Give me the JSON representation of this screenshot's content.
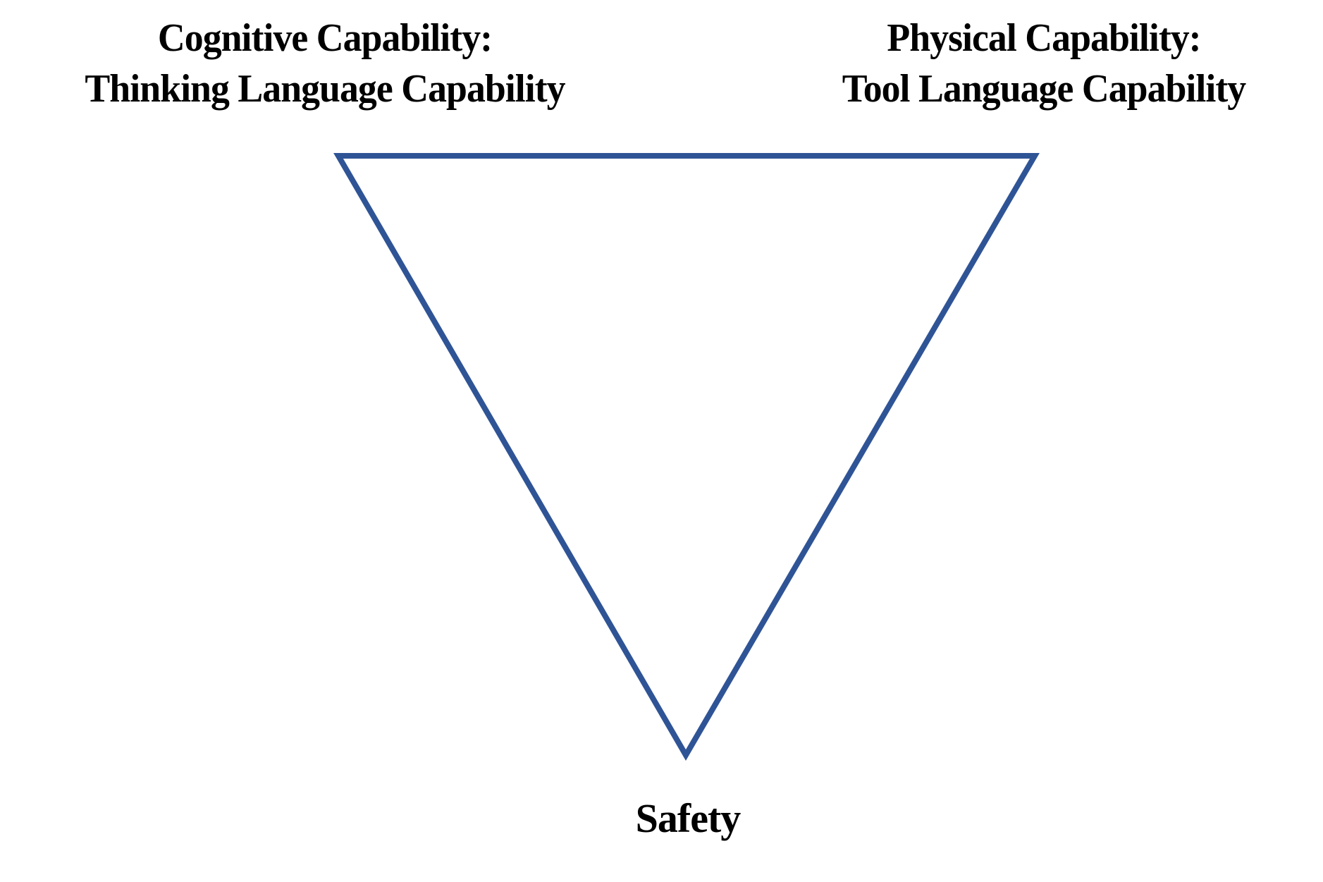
{
  "diagram": {
    "background_color": "#ffffff",
    "text_color": "#000000",
    "triangle": {
      "shape": "inverted-triangle",
      "stroke_color": "#2F5496",
      "stroke_width": "8",
      "fill": "none"
    },
    "labels": {
      "top_left": {
        "line1": "Cognitive Capability:",
        "line2": "Thinking Language Capability"
      },
      "top_right": {
        "line1": "Physical Capability:",
        "line2": "Tool Language Capability"
      },
      "bottom": {
        "text": "Safety"
      }
    }
  }
}
